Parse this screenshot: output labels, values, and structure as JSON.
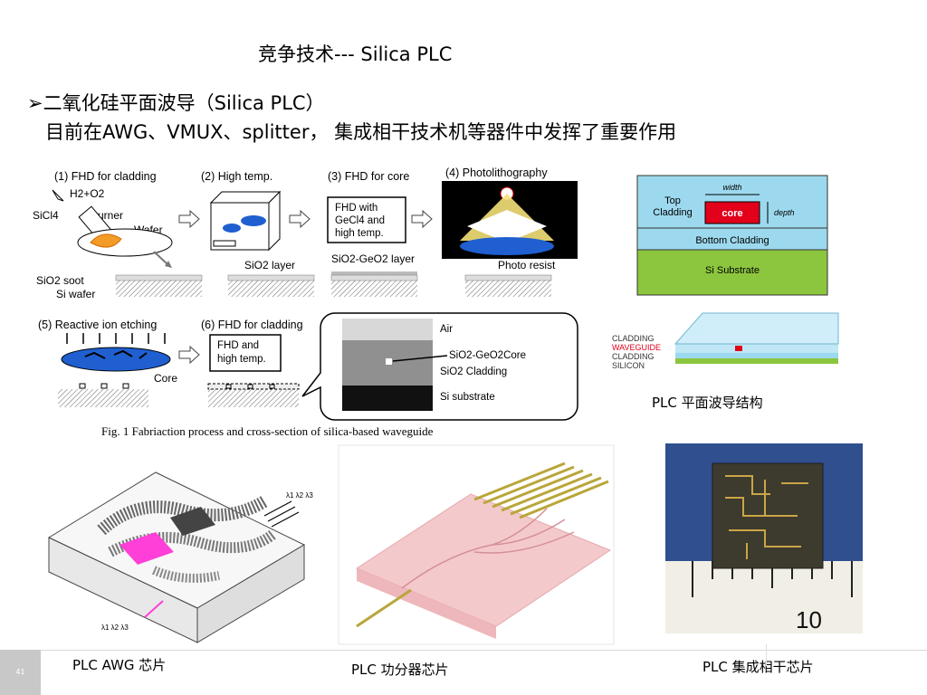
{
  "title": "竞争技术--- Silica PLC",
  "bullet": {
    "marker": "➢",
    "text": "二氧化硅平面波导（Silica PLC）"
  },
  "subtext": "目前在AWG、VMUX、splitter， 集成相干技术机等器件中发挥了重要作用",
  "fab": {
    "steps": [
      "(1) FHD for cladding",
      "(2) High temp.",
      "(3) FHD for core",
      "(4) Photolithography",
      "(5) Reactive ion etching",
      "(6) FHD for cladding"
    ],
    "gas_top": "H2+O2",
    "gas_left": "SiCl4",
    "burner": "Burner",
    "wafer": "Wafer",
    "soot": "SiO2 soot",
    "si_wafer": "Si wafer",
    "sio2_layer": "SiO2 layer",
    "box3_lines": [
      "FHD with",
      "GeCl4 and",
      "high temp."
    ],
    "geo2_layer": "SiO2-GeO2 layer",
    "photo_resist": "Photo resist",
    "core_label": "Core",
    "box6_lines": [
      "FHD and",
      "high temp."
    ],
    "xsec_air": "Air",
    "xsec_core": "SiO2-GeO2Core",
    "xsec_cladding": "SiO2 Cladding",
    "xsec_substrate": "Si substrate",
    "fig_caption": "Fig. 1 Fabriaction process and cross-section of silica-based waveguide"
  },
  "cross_section": {
    "top_cladding": [
      "Top",
      "Cladding"
    ],
    "core": "core",
    "width": "width",
    "depth": "depth",
    "bottom_cladding": "Bottom Cladding",
    "substrate": "Si Substrate"
  },
  "layers": [
    "CLADDING",
    "WAVEGUIDE",
    "CLADDING",
    "SILICON"
  ],
  "captions": {
    "plc_structure": "PLC 平面波导结构",
    "awg": "PLC AWG 芯片",
    "splitter": "PLC 功分器芯片",
    "coherent": "PLC 集成相干芯片"
  },
  "awg_labels": {
    "out": "λ1 λ2 λ3",
    "in": "λ1 λ2 λ3"
  },
  "ruler_number": "10",
  "page_number": "41",
  "colors": {
    "core_red": "#e2001a",
    "cladding_blue": "#9dd9ee",
    "substrate_green": "#8cc63f",
    "magenta": "#ff3fd8",
    "ruler_yellow": "#f1efe5"
  }
}
